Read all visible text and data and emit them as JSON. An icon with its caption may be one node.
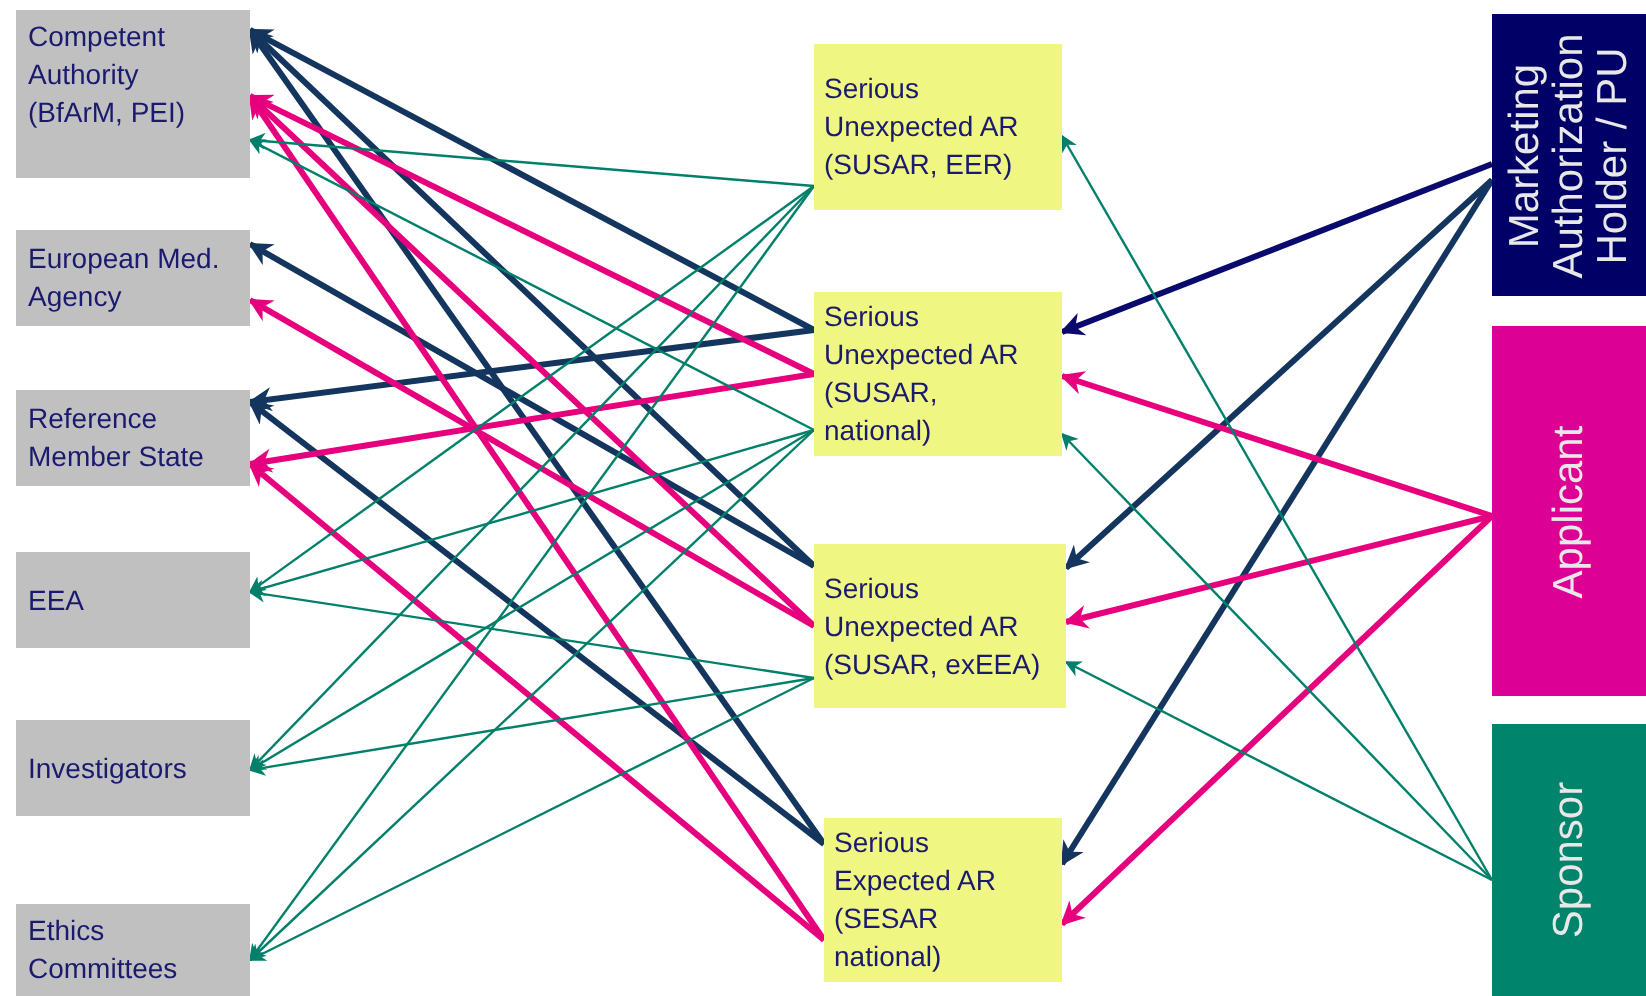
{
  "diagram": {
    "nodes": [
      {
        "text": [
          "Competent Authority (BfArM, PEI)"
        ]
      },
      {
        "text": [
          "European Med. Agency"
        ]
      },
      {
        "text": [
          "Reference Member State"
        ]
      },
      {
        "text": [
          "EEA"
        ]
      },
      {
        "text": [
          "Investigators"
        ]
      },
      {
        "text": [
          "Ethics Committees"
        ]
      },
      {
        "text": [
          "Serious Unexpected AR (SUSAR, EER)"
        ]
      },
      {
        "text": [
          "Serious Unexpected AR (SUSAR, national)"
        ]
      },
      {
        "text": [
          "Serious Unexpected AR (SUSAR, exEEA)"
        ]
      },
      {
        "text": [
          "Serious Expected AR (SESAR national)"
        ]
      },
      {
        "text": [
          "Marketing Authorization Holder / PU"
        ]
      },
      {
        "text": [
          "Applicant"
        ]
      },
      {
        "text": [
          "Sponsor"
        ]
      }
    ],
    "edges": [
      {
        "from": 10,
        "to": 7,
        "arrow": "to",
        "color": "#0a0a6e"
      },
      {
        "from": 10,
        "to": 8,
        "arrow": "to",
        "color": "#14365e"
      },
      {
        "from": 10,
        "to": 9,
        "arrow": "to",
        "color": "#14365e"
      },
      {
        "from": 11,
        "to": 7,
        "arrow": "to",
        "color": "#e6007e"
      },
      {
        "from": 11,
        "to": 8,
        "arrow": "to",
        "color": "#e6007e"
      },
      {
        "from": 11,
        "to": 9,
        "arrow": "to",
        "color": "#e6007e"
      },
      {
        "from": 12,
        "to": 6,
        "arrow": "to"
      },
      {
        "from": 12,
        "to": 7,
        "arrow": "to"
      },
      {
        "from": 12,
        "to": 8,
        "arrow": "to"
      },
      {
        "from": 7,
        "to": 0,
        "arrow": "to",
        "color": "#14365e"
      },
      {
        "from": 7,
        "to": 2,
        "arrow": "to",
        "color": "#14365e"
      },
      {
        "from": 8,
        "to": 0,
        "arrow": "to",
        "color": "#14365e"
      },
      {
        "from": 8,
        "to": 1,
        "arrow": "to",
        "color": "#14365e"
      },
      {
        "from": 9,
        "to": 0,
        "arrow": "to",
        "color": "#14365e"
      },
      {
        "from": 9,
        "to": 2,
        "arrow": "to",
        "color": "#14365e"
      },
      {
        "from": 7,
        "to": 0,
        "arrow": "to",
        "color": "#e6007e"
      },
      {
        "from": 7,
        "to": 2,
        "arrow": "to",
        "color": "#e6007e"
      },
      {
        "from": 8,
        "to": 0,
        "arrow": "to",
        "color": "#e6007e"
      },
      {
        "from": 8,
        "to": 1,
        "arrow": "to",
        "color": "#e6007e"
      },
      {
        "from": 9,
        "to": 0,
        "arrow": "to",
        "color": "#e6007e"
      },
      {
        "from": 9,
        "to": 2,
        "arrow": "to",
        "color": "#e6007e"
      },
      {
        "from": 6,
        "to": 0,
        "arrow": "to"
      },
      {
        "from": 6,
        "to": 3,
        "arrow": "to"
      },
      {
        "from": 6,
        "to": 4,
        "arrow": "to"
      },
      {
        "from": 6,
        "to": 5,
        "arrow": "to"
      },
      {
        "from": 7,
        "to": 0,
        "arrow": "to"
      },
      {
        "from": 7,
        "to": 3,
        "arrow": "to"
      },
      {
        "from": 7,
        "to": 4,
        "arrow": "to"
      },
      {
        "from": 7,
        "to": 5,
        "arrow": "to"
      },
      {
        "from": 8,
        "to": 3,
        "arrow": "to"
      },
      {
        "from": 8,
        "to": 4,
        "arrow": "to"
      },
      {
        "from": 8,
        "to": 5,
        "arrow": "to"
      }
    ]
  }
}
